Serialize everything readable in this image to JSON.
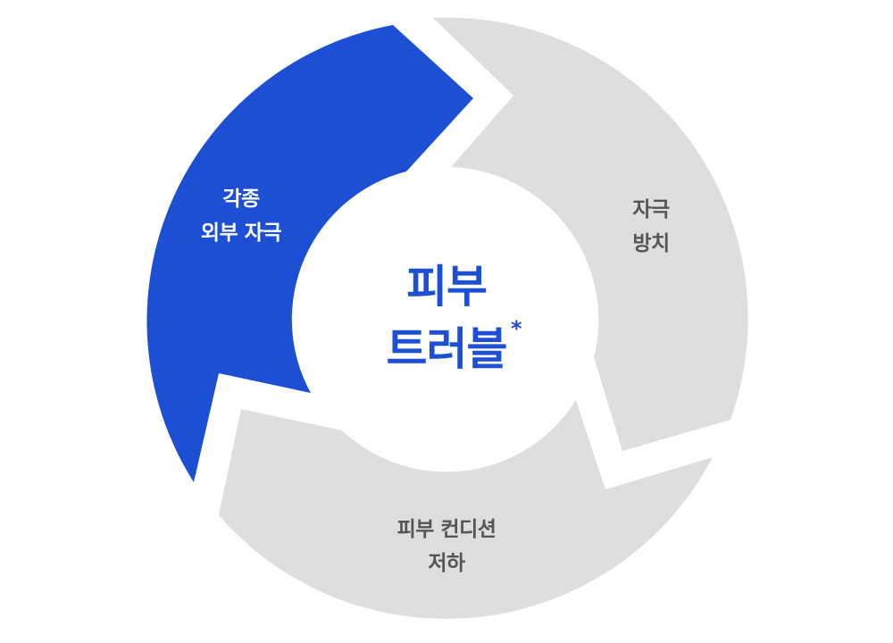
{
  "colors": {
    "accent": "#1c4fd4",
    "segment_gray": "#dedede",
    "gray_text": "#555555",
    "white_text": "#ffffff"
  },
  "center": {
    "line1": "피부",
    "line2": "트러블",
    "asterisk": "*"
  },
  "segments": [
    {
      "line1": "각종",
      "line2": "외부 자극",
      "highlighted": true
    },
    {
      "line1": "자극",
      "line2": "방치",
      "highlighted": false
    },
    {
      "line1": "피부 컨디션",
      "line2": "저하",
      "highlighted": false
    }
  ]
}
